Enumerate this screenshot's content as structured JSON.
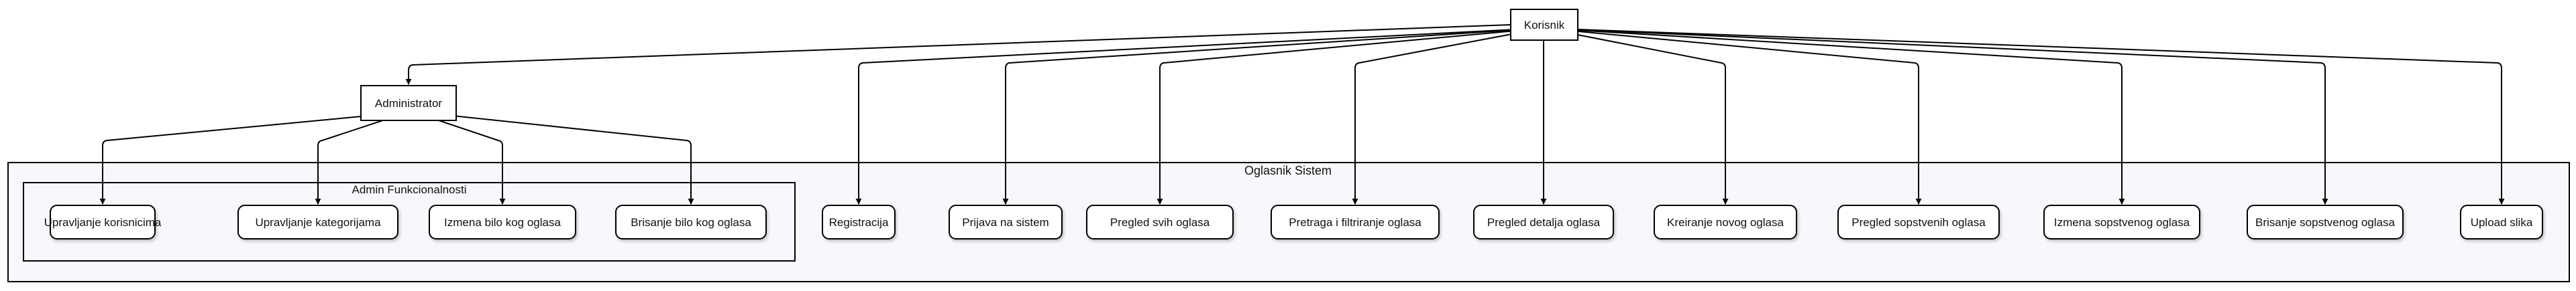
{
  "actors": {
    "korisnik": "Korisnik",
    "administrator": "Administrator"
  },
  "system": {
    "title": "Oglasnik Sistem"
  },
  "admin_group": {
    "title": "Admin Funkcionalnosti",
    "items": [
      "Upravljanje korisnicima",
      "Upravljanje kategorijama",
      "Izmena bilo kog oglasa",
      "Brisanje bilo kog oglasa"
    ]
  },
  "user_features": [
    "Registracija",
    "Prijava na sistem",
    "Pregled svih oglasa",
    "Pretraga i filtriranje oglasa",
    "Pregled detalja oglasa",
    "Kreiranje novog oglasa",
    "Pregled sopstvenih oglasa",
    "Izmena sopstvenog oglasa",
    "Brisanje sopstvenog oglasa",
    "Upload slika"
  ],
  "colors": {
    "line": "#000000",
    "system_fill": "#f7f8fb",
    "node_fill": "#ffffff"
  }
}
